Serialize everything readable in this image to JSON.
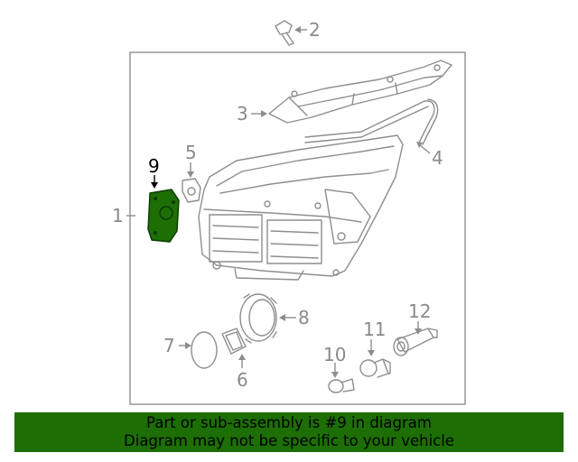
{
  "callouts": {
    "c1": "1",
    "c2": "2",
    "c3": "3",
    "c4": "4",
    "c5": "5",
    "c6": "6",
    "c7": "7",
    "c8": "8",
    "c9": "9",
    "c10": "10",
    "c11": "11",
    "c12": "12"
  },
  "highlighted_part": "9",
  "colors": {
    "banner_bg": "#1d6e05",
    "highlight_part": "#1d6e05",
    "line_art": "#8e8e8e"
  },
  "banner": {
    "line1": "Part or sub-assembly is #9 in diagram",
    "line2": "Diagram may not be specific to your vehicle"
  }
}
